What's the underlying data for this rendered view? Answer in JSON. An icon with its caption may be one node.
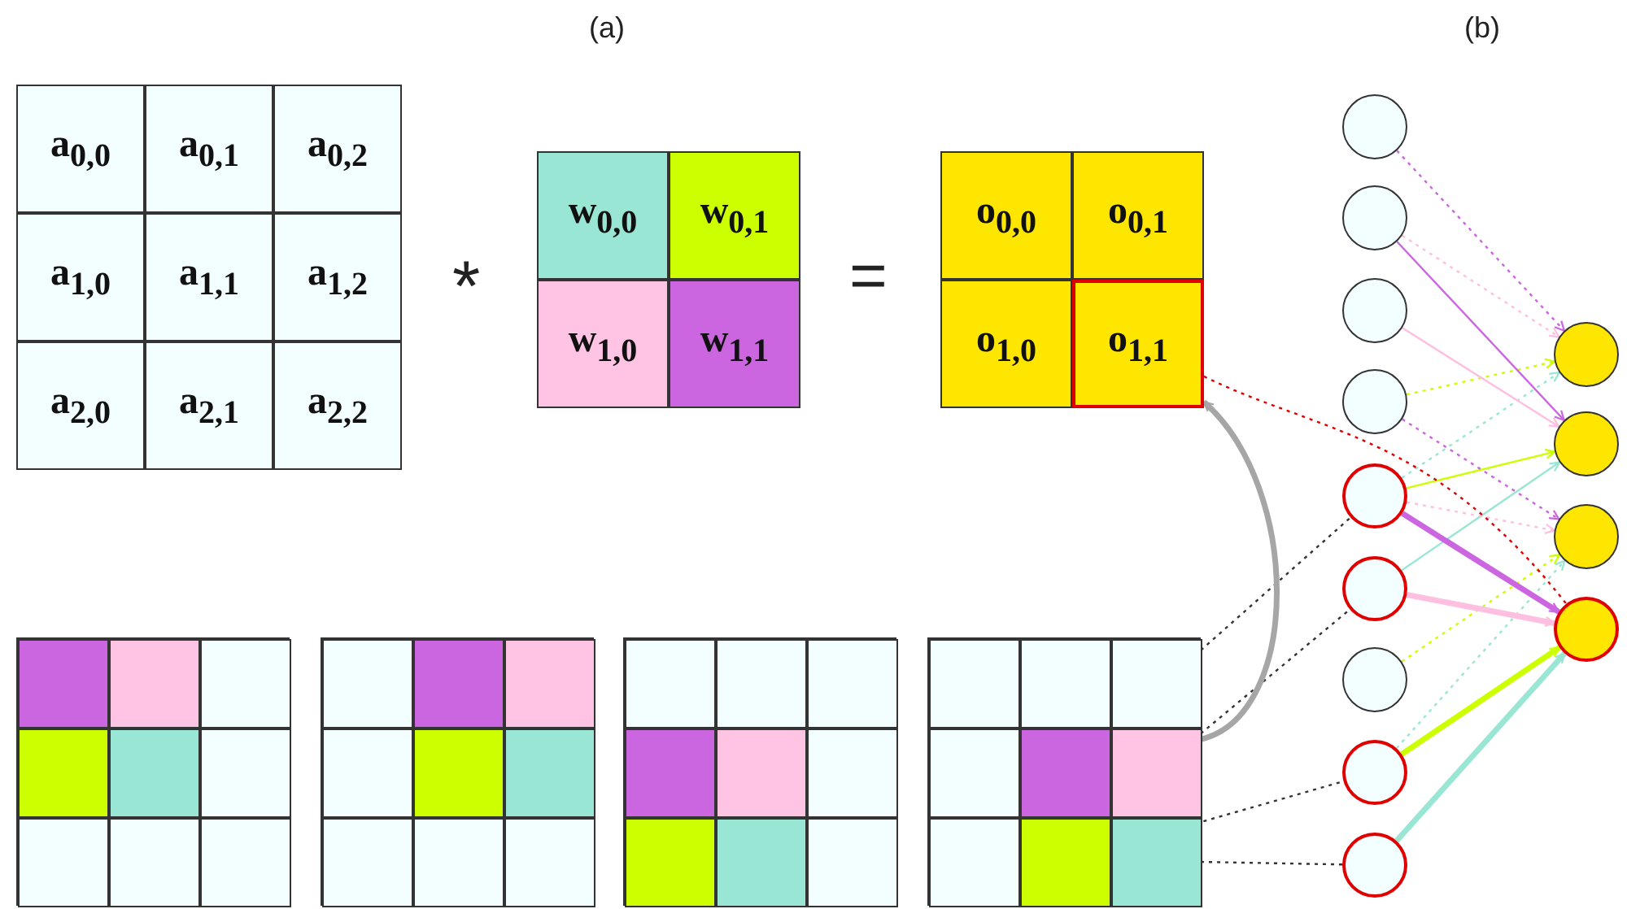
{
  "diagram": {
    "nodes": [
      {
        "text": [
          "a$_{0,0}$"
        ]
      },
      {
        "text": [
          "a$_{0,1}$"
        ]
      },
      {
        "text": [
          "a$_{0,2}$"
        ]
      },
      {
        "text": [
          "a$_{1,0}$"
        ]
      },
      {
        "text": [
          "a$_{1,1}$"
        ]
      },
      {
        "text": [
          "a$_{1,2}$"
        ]
      },
      {
        "text": [
          "a$_{2,0}$"
        ]
      },
      {
        "text": [
          "a$_{2,1}$"
        ]
      },
      {
        "text": [
          "a$_{2,2}$"
        ]
      },
      {
        "text": [
          "w$_{0,0}$"
        ]
      },
      {
        "text": [
          "w$_{0,1}$"
        ]
      },
      {
        "text": [
          "w$_{1,0}$"
        ]
      },
      {
        "text": [
          "w$_{1,1}$"
        ]
      },
      {
        "text": [
          "o$_{0,0}$"
        ]
      },
      {
        "text": [
          "o$_{0,1}$"
        ]
      },
      {
        "text": [
          "o$_{1,0}$"
        ]
      },
      {
        "text": [
          "o$_{1,1}$"
        ]
      },
      {
        "text": [],
        "shape": "box"
      },
      {
        "text": [],
        "shape": "box",
        "in": 17
      },
      {
        "text": [],
        "shape": "box",
        "in": 17
      },
      {
        "text": [],
        "shape": "box",
        "in": 17
      },
      {
        "text": [],
        "shape": "box",
        "in": 17
      },
      {
        "text": [],
        "shape": "box",
        "in": 17
      },
      {
        "text": [],
        "shape": "box",
        "in": 17
      },
      {
        "text": [],
        "shape": "box",
        "in": 17
      },
      {
        "text": [],
        "shape": "box",
        "in": 17
      },
      {
        "text": [],
        "shape": "box",
        "in": 17
      },
      {
        "text": [],
        "shape": "box"
      },
      {
        "text": [],
        "shape": "box",
        "in": 27
      },
      {
        "text": [],
        "shape": "box",
        "in": 27
      },
      {
        "text": [],
        "shape": "box",
        "in": 27
      },
      {
        "text": [],
        "shape": "box",
        "in": 27
      },
      {
        "text": [],
        "shape": "box",
        "in": 27
      },
      {
        "text": [],
        "shape": "box",
        "in": 27
      },
      {
        "text": [],
        "shape": "box",
        "in": 27
      },
      {
        "text": [],
        "shape": "box",
        "in": 27
      },
      {
        "text": [],
        "shape": "box",
        "in": 27
      },
      {
        "text": [],
        "shape": "box"
      },
      {
        "text": [],
        "shape": "box",
        "in": 37
      },
      {
        "text": [],
        "shape": "box",
        "in": 37
      },
      {
        "text": [],
        "shape": "box",
        "in": 37
      },
      {
        "text": [],
        "shape": "box",
        "in": 37
      },
      {
        "text": [],
        "shape": "box",
        "in": 37
      },
      {
        "text": [],
        "shape": "box",
        "in": 37
      },
      {
        "text": [],
        "shape": "box",
        "in": 37
      },
      {
        "text": [],
        "shape": "box",
        "in": 37
      },
      {
        "text": [],
        "shape": "box",
        "in": 37
      },
      {
        "text": [],
        "shape": "box"
      },
      {
        "text": [],
        "shape": "box",
        "in": 47
      },
      {
        "text": [],
        "shape": "box",
        "in": 47
      },
      {
        "text": [],
        "shape": "box",
        "in": 47
      },
      {
        "text": [],
        "shape": "box",
        "in": 47
      },
      {
        "text": [],
        "shape": "box",
        "in": 47
      },
      {
        "text": [],
        "shape": "box",
        "in": 47
      },
      {
        "text": [],
        "shape": "box",
        "in": 47
      },
      {
        "text": [],
        "shape": "box",
        "in": 47
      },
      {
        "text": [],
        "shape": "box",
        "in": 47
      },
      {
        "text": [],
        "shape": "circle"
      },
      {
        "text": [],
        "shape": "circle"
      },
      {
        "text": [],
        "shape": "circle"
      },
      {
        "text": [],
        "shape": "circle"
      },
      {
        "text": [],
        "shape": "circle"
      },
      {
        "text": [],
        "shape": "circle"
      },
      {
        "text": [],
        "shape": "circle"
      },
      {
        "text": [],
        "shape": "circle"
      },
      {
        "text": [],
        "shape": "circle"
      },
      {
        "text": [],
        "shape": "circle"
      },
      {
        "text": [],
        "shape": "circle"
      },
      {
        "text": [],
        "shape": "circle"
      },
      {
        "text": [],
        "shape": "circle"
      }
    ],
    "edges": [
      {
        "from": 57,
        "to": 66,
        "arrow": "to",
        "style": "dashed",
        "color": "#cc66e0"
      },
      {
        "from": 58,
        "to": 66,
        "arrow": "to",
        "style": "dashed",
        "color": "#ffbfe0"
      },
      {
        "from": 60,
        "to": 66,
        "arrow": "to",
        "style": "dashed",
        "color": "#ccff00"
      },
      {
        "from": 61,
        "to": 66,
        "arrow": "to",
        "style": "dashed",
        "color": "#99e6d4"
      },
      {
        "from": 58,
        "to": 67,
        "arrow": "to",
        "color": "#cc66e0"
      },
      {
        "from": 59,
        "to": 67,
        "arrow": "to",
        "color": "#ffbfe0"
      },
      {
        "from": 61,
        "to": 67,
        "arrow": "to",
        "color": "#ccff00"
      },
      {
        "from": 62,
        "to": 67,
        "arrow": "to",
        "color": "#99e6d4"
      },
      {
        "from": 60,
        "to": 68,
        "arrow": "to",
        "style": "dashed",
        "color": "#cc66e0"
      },
      {
        "from": 61,
        "to": 68,
        "arrow": "to",
        "style": "dashed",
        "color": "#ffbfe0"
      },
      {
        "from": 63,
        "to": 68,
        "arrow": "to",
        "style": "dashed",
        "color": "#ccff00"
      },
      {
        "from": 64,
        "to": 68,
        "arrow": "to",
        "style": "dashed",
        "color": "#99e6d4"
      },
      {
        "from": 61,
        "to": 69,
        "arrow": "to",
        "style": "thick",
        "color": "#cc66e0"
      },
      {
        "from": 62,
        "to": 69,
        "arrow": "to",
        "style": "thick",
        "color": "#ffbfe0"
      },
      {
        "from": 64,
        "to": 69,
        "arrow": "to",
        "style": "thick",
        "color": "#ccff00"
      },
      {
        "from": 65,
        "to": 69,
        "arrow": "to",
        "style": "thick",
        "color": "#99e6d4"
      },
      {
        "from": 52,
        "to": 61,
        "arrow": "none",
        "style": "dashed",
        "color": "#333333"
      },
      {
        "from": 53,
        "to": 62,
        "arrow": "none",
        "style": "dashed",
        "color": "#333333"
      },
      {
        "from": 55,
        "to": 64,
        "arrow": "none",
        "style": "dashed",
        "color": "#333333"
      },
      {
        "from": 56,
        "to": 65,
        "arrow": "none",
        "style": "dashed",
        "color": "#333333"
      },
      {
        "from": 47,
        "to": 16,
        "arrow": "to",
        "style": "thick",
        "color": "#a6a6a6"
      },
      {
        "from": 16,
        "to": 69,
        "arrow": "none",
        "style": "dashed",
        "color": "#e00000"
      }
    ],
    "labels": [
      "(a)",
      "(b)",
      "*",
      "="
    ]
  }
}
